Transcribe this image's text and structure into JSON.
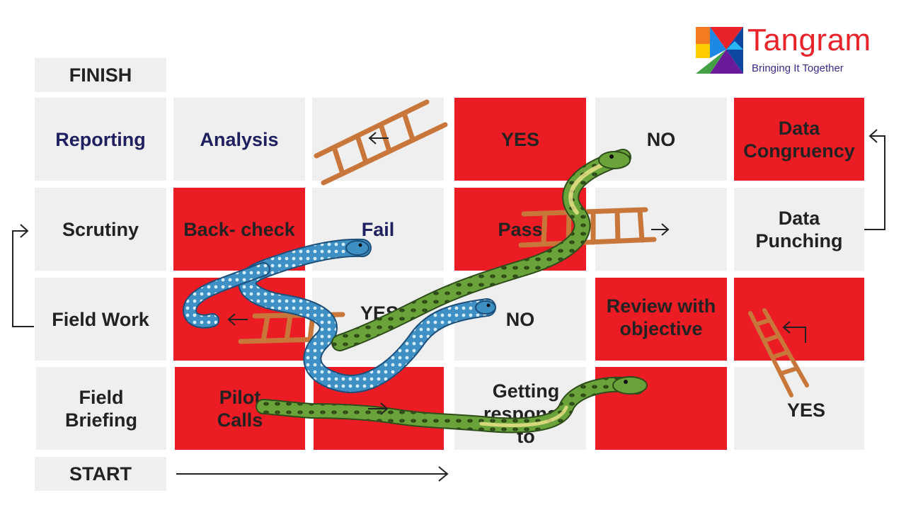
{
  "logo": {
    "name": "Tangram",
    "tagline": "Bringing It Together"
  },
  "labels": {
    "finish": "FINISH",
    "start": "START"
  },
  "board": {
    "row1": [
      "Reporting",
      "Analysis",
      "",
      "YES",
      "NO",
      "Data Congruency"
    ],
    "row2": [
      "Scrutiny",
      "Back- check",
      "Fail",
      "Pass",
      "",
      "Data Punching"
    ],
    "row3": [
      "Field Work",
      "",
      "YES",
      "NO",
      "Review with objective",
      ""
    ],
    "row4": [
      "Field Briefing",
      "Pilot Calls",
      "",
      "Getting response to",
      "",
      "YES"
    ]
  },
  "colors": {
    "cell_grey": "#efefef",
    "cell_red": "#ec1c24",
    "text_navy": "#1f2060",
    "text_dark": "#222222",
    "ladder": "#c8763a",
    "snake_green": "#6aa33a",
    "snake_blue": "#3d8fc4"
  },
  "icons": [
    "ladder-icon",
    "green-snake-icon",
    "blue-snake-icon",
    "arrow-right-icon",
    "arrow-left-icon"
  ]
}
